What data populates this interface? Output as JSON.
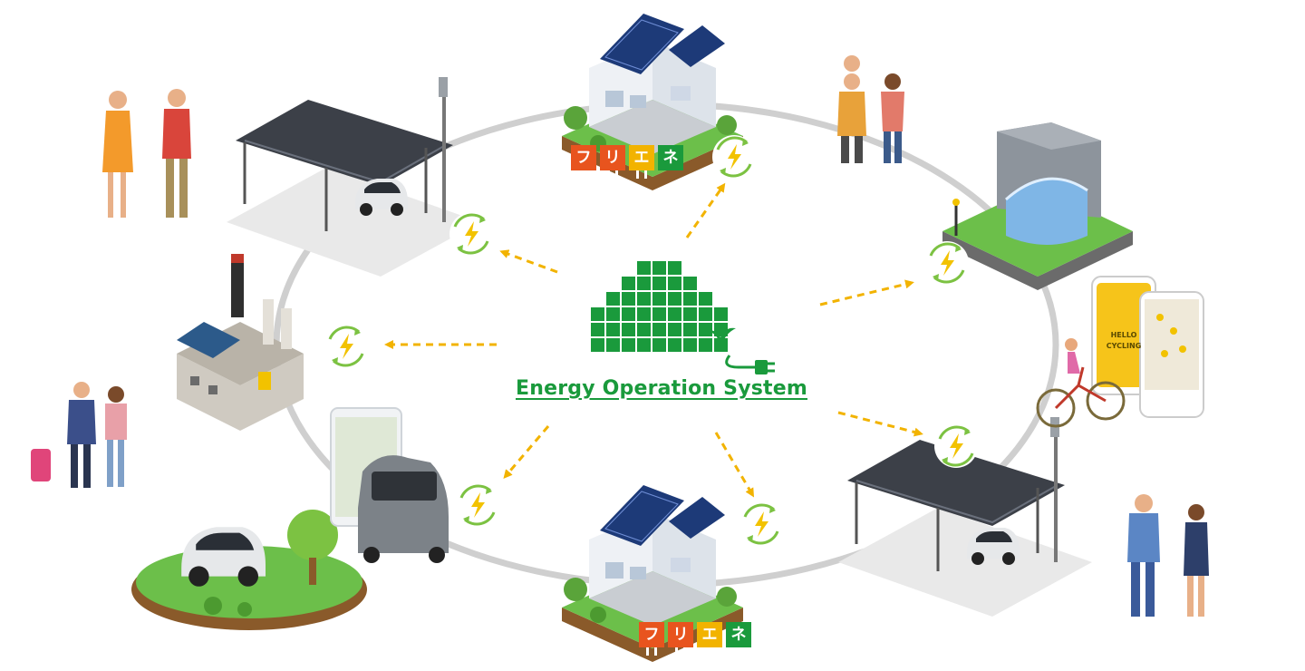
{
  "title": "Energy Operation System",
  "brand": {
    "chars": [
      "フ",
      "リ",
      "エ",
      "ネ"
    ],
    "colors": [
      "#e8541e",
      "#e8541e",
      "#f2b300",
      "#1a9a3c"
    ]
  },
  "app": {
    "name_line1": "HELLO",
    "name_line2": "CYCLING"
  },
  "colors": {
    "ring": "#cfcfcf",
    "arrow": "#f2b300",
    "green": "#1a9a3c",
    "bolt": "#f2c200",
    "cycle": "#7cc242"
  },
  "icons": {
    "center": "house-grid-plug-icon",
    "node": "lightning-cycle-icon"
  }
}
